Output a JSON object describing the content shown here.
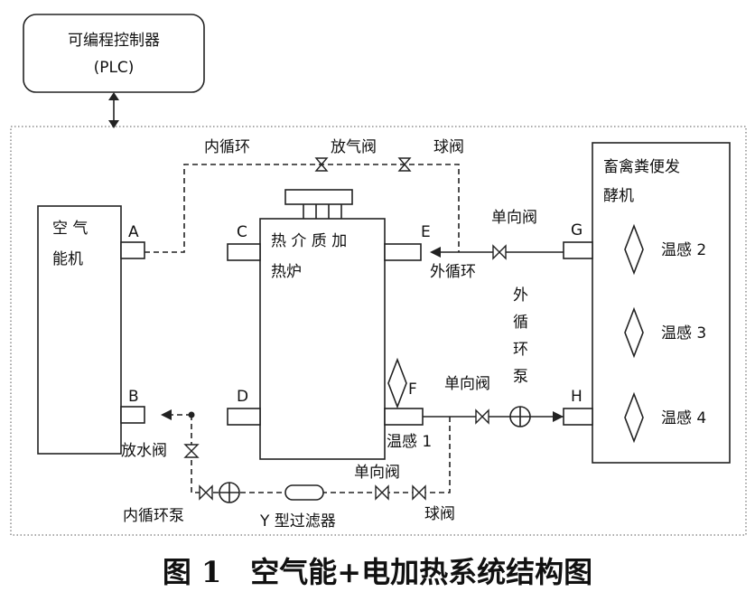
{
  "plc": {
    "title": "可编程控制器",
    "abbr": "(PLC)"
  },
  "air_unit": {
    "label_line1": "空 气",
    "label_line2": "能机",
    "port_a": "A",
    "port_b": "B"
  },
  "heater": {
    "label_line1": "热 介 质 加",
    "label_line2": "热炉",
    "port_c": "C",
    "port_d": "D",
    "port_e": "E",
    "port_f": "F"
  },
  "fermenter": {
    "label_line1": "畜禽粪便发",
    "label_line2": "酵机",
    "port_g": "G",
    "port_h": "H"
  },
  "labels": {
    "inner_loop": "内循环",
    "vent_valve": "放气阀",
    "ball_valve_top": "球阀",
    "check_valve_top": "单向阀",
    "outer_loop": "外循环",
    "outer_pump_1": "外",
    "outer_pump_2": "循",
    "outer_pump_3": "环",
    "outer_pump_4": "泵",
    "check_valve_mid": "单向阀",
    "temp_1": "温感 1",
    "temp_2": "温感 2",
    "temp_3": "温感 3",
    "temp_4": "温感 4",
    "drain_valve": "放水阀",
    "check_valve_bottom": "单向阀",
    "inner_pump": "内循环泵",
    "y_filter": "Y 型过滤器",
    "ball_valve_bottom": "球阀"
  },
  "caption": "图 1　空气能+电加热系统结构图"
}
